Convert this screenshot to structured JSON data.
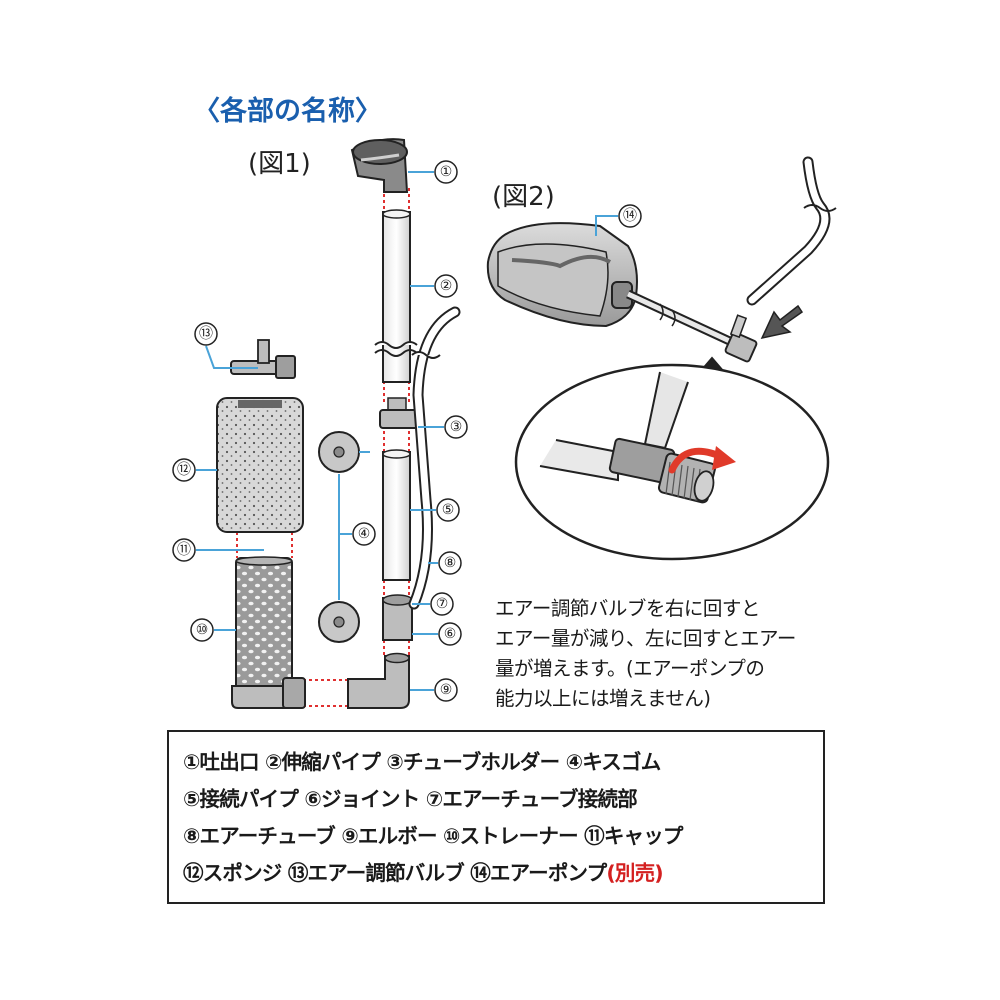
{
  "title": "〈各部の名称〉",
  "figure1_label": "(図1)",
  "figure2_label": "(図2)",
  "callout_numbers": [
    "①",
    "②",
    "③",
    "④",
    "⑤",
    "⑥",
    "⑦",
    "⑧",
    "⑨",
    "⑩",
    "⑪",
    "⑫",
    "⑬",
    "⑭"
  ],
  "description_lines": [
    "エアー調節バルブを右に回すと",
    "エアー量が減り、左に回すとエアー",
    "量が増えます。(エアーポンプの",
    "能力以上には増えません)"
  ],
  "legend": {
    "rows": [
      {
        "text": "①吐出口 ②伸縮パイプ ③チューブホルダー ④キスゴム"
      },
      {
        "text": "⑤接続パイプ ⑥ジョイント ⑦エアーチューブ接続部"
      },
      {
        "text": "⑧エアーチューブ ⑨エルボー ⑩ストレーナー ⑪キャップ"
      },
      {
        "text": "⑫スポンジ ⑬エアー調節バルブ ⑭エアーポンプ",
        "suffix": "(別売)"
      }
    ]
  },
  "colors": {
    "title_blue": "#1a5fae",
    "leader_blue": "#4aa3d8",
    "dotted_red": "#e03030",
    "rotate_arrow_red": "#e03a2a",
    "suffix_red": "#d42020",
    "part_gray": "#b8b8b8",
    "part_dark": "#7a7a7a"
  }
}
